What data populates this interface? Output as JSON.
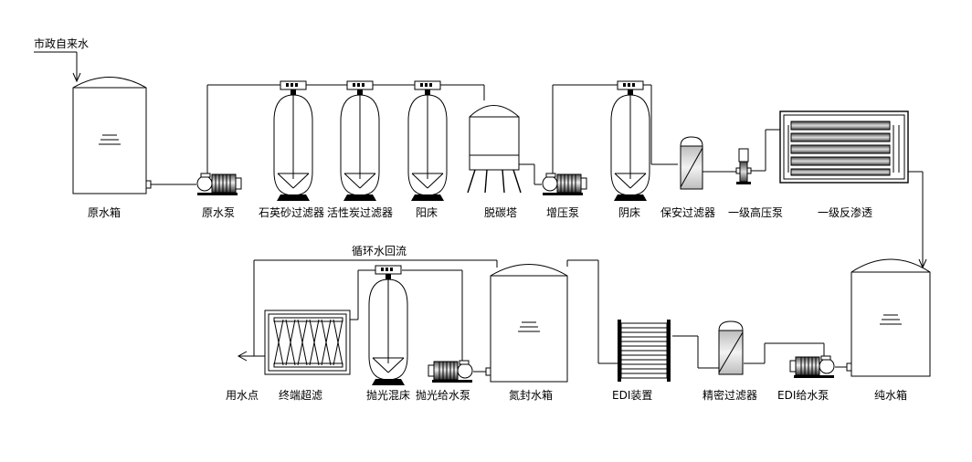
{
  "labels": {
    "inlet": "市政自来水",
    "raw_tank": "原水箱",
    "raw_pump": "原水泵",
    "sand_filter": "石英砂过滤器",
    "carbon_filter": "活性炭过滤器",
    "cation_bed": "阳床",
    "decarbonizer": "脱碳塔",
    "booster_pump": "增压泵",
    "anion_bed": "阴床",
    "security_filter": "保安过滤器",
    "hp_pump": "一级高压泵",
    "ro": "一级反渗透",
    "pure_tank": "纯水箱",
    "edi_pump": "EDI给水泵",
    "precision_filter": "精密过滤器",
    "edi": "EDI装置",
    "n2_tank": "氮封水箱",
    "polish_pump": "抛光给水泵",
    "mixed_bed": "抛光混床",
    "uf": "终端超滤",
    "use_point": "用水点",
    "recirc": "循环水回流"
  }
}
